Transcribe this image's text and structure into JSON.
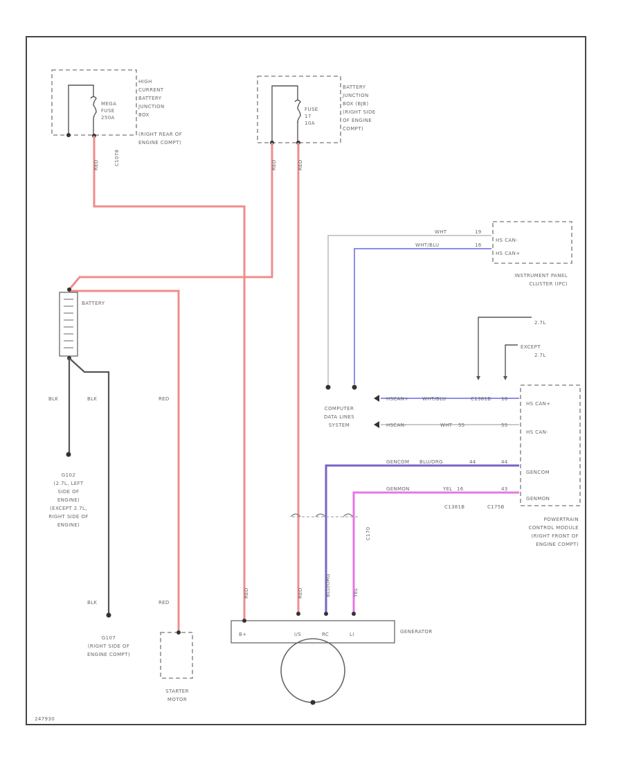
{
  "colors": {
    "red_wire": "#f08c8c",
    "blue_wire": "#8c8ce8",
    "purple_wire": "#7a62c8",
    "pink_wire": "#e676e6",
    "white_wire": "#b8b8b8",
    "black_wire": "#555555"
  },
  "components": {
    "high_current_bjb": {
      "fuse": [
        "MEGA",
        "FUSE",
        "250A"
      ],
      "desc": [
        "HIGH",
        "CURRENT",
        "BATTERY",
        "JUNCTION",
        "BOX",
        "(RIGHT REAR OF",
        "ENGINE COMPT)"
      ]
    },
    "bjb": {
      "fuse": [
        "FUSE",
        "17",
        "10A"
      ],
      "desc": [
        "BATTERY",
        "JUNCTION",
        "BOX (BJB)",
        "(RIGHT SIDE",
        "OF ENGINE",
        "COMPT)"
      ]
    },
    "battery": "BATTERY",
    "ipc": {
      "pins": [
        "HS CAN-",
        "HS CAN+"
      ],
      "pin_nums": [
        "19",
        "16"
      ],
      "desc": [
        "INSTRUMENT PANEL",
        "CLUSTER (IPC)"
      ]
    },
    "pcm": {
      "pins": [
        "HS CAN+",
        "HS CAN-",
        "GENCOM",
        "GENMON"
      ],
      "pin_nums": [
        "16",
        "55",
        "44",
        "43"
      ],
      "desc": [
        "POWERTRAIN",
        "CONTROL MODULE",
        "(RIGHT FRONT OF",
        "ENGINE COMPT)"
      ],
      "connectors": [
        "C1381B",
        "C175B"
      ]
    },
    "data_link": [
      "COMPUTER",
      "DATA LINES",
      "SYSTEM"
    ],
    "variant_top": "2.7L",
    "variant_bottom": [
      "EXCEPT",
      "2.7L"
    ],
    "g102": {
      "id": "G102",
      "desc": [
        "(2.7L, LEFT",
        "SIDE OF",
        "ENGINE)",
        "(EXCEPT 2.7L,",
        "RIGHT SIDE OF",
        "ENGINE)"
      ]
    },
    "g107": {
      "id": "G107",
      "desc": [
        "(RIGHT SIDE OF",
        "ENGINE COMPT)"
      ]
    },
    "starter": [
      "STARTER",
      "MOTOR"
    ],
    "generator": {
      "name": "GENERATOR",
      "terminals": [
        "B+",
        "I/S",
        "RC",
        "LI"
      ]
    }
  },
  "wires": {
    "c1078": "C1078",
    "red": "RED",
    "blk": "BLK",
    "wht": "WHT",
    "wht_blu": "WHT/BLU",
    "blu_org": "BLU/ORG",
    "yel": "YEL",
    "hs_can_plus": "HSCAN+",
    "hs_can_minus": "HSCAN-",
    "gencom": "GENCOM",
    "genmon": "GENMON",
    "c170": "C170",
    "num_55": "55",
    "num_16": "16",
    "num_44": "44",
    "num_43": "43"
  },
  "footer": {
    "id": "247930"
  }
}
